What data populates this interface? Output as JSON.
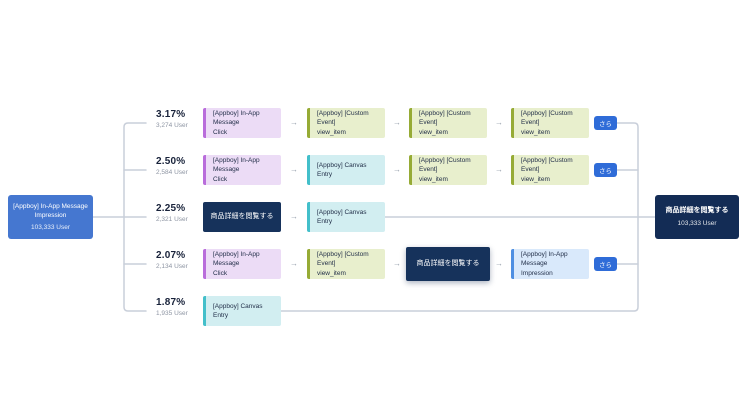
{
  "source": {
    "line1": "[Appboy] In-App Message",
    "line2": "Impression",
    "users": "103,333 User"
  },
  "target": {
    "label": "商品詳細を閲覧する",
    "users": "103,333 User"
  },
  "more_label": "さら",
  "icons": {
    "arrow_right": "→"
  },
  "colors": {
    "source_blue": "#4577d0",
    "navy": "#16325b",
    "more_tag_blue": "#2f6cd8",
    "purple_accent": "#b96ddb",
    "green_accent": "#96ab35",
    "cyan_accent": "#43bfca",
    "lightblue_accent": "#4e8fe2",
    "connector_gray": "#c9cfda"
  },
  "rows": [
    {
      "percent": "3.17%",
      "users": "3,274 User",
      "more": true,
      "steps": [
        {
          "variant": "purple",
          "lines": [
            "[Appboy] In-App Message",
            "Click"
          ]
        },
        {
          "variant": "green",
          "lines": [
            "[Appboy] [Custom Event]",
            "view_item"
          ]
        },
        {
          "variant": "green",
          "lines": [
            "[Appboy] [Custom Event]",
            "view_item"
          ]
        },
        {
          "variant": "green",
          "lines": [
            "[Appboy] [Custom Event]",
            "view_item"
          ]
        }
      ]
    },
    {
      "percent": "2.50%",
      "users": "2,584 User",
      "more": true,
      "steps": [
        {
          "variant": "purple",
          "lines": [
            "[Appboy] In-App Message",
            "Click"
          ]
        },
        {
          "variant": "cyan",
          "lines": [
            "[Appboy] Canvas Entry"
          ]
        },
        {
          "variant": "green",
          "lines": [
            "[Appboy] [Custom Event]",
            "view_item"
          ]
        },
        {
          "variant": "green",
          "lines": [
            "[Appboy] [Custom Event]",
            "view_item"
          ]
        }
      ]
    },
    {
      "percent": "2.25%",
      "users": "2,321 User",
      "more": false,
      "steps": [
        {
          "variant": "navy",
          "lines": [
            "商品詳細を閲覧する"
          ]
        },
        {
          "variant": "cyan",
          "lines": [
            "[Appboy] Canvas Entry"
          ]
        }
      ]
    },
    {
      "percent": "2.07%",
      "users": "2,134 User",
      "more": true,
      "steps": [
        {
          "variant": "purple",
          "lines": [
            "[Appboy] In-App Message",
            "Click"
          ]
        },
        {
          "variant": "green",
          "lines": [
            "[Appboy] [Custom Event]",
            "view_item"
          ]
        },
        {
          "variant": "navy-large",
          "lines": [
            "商品詳細を閲覧する"
          ]
        },
        {
          "variant": "lightblue",
          "lines": [
            "[Appboy] In-App Message",
            "Impression"
          ]
        }
      ]
    },
    {
      "percent": "1.87%",
      "users": "1,935 User",
      "more": false,
      "steps": [
        {
          "variant": "cyan",
          "lines": [
            "[Appboy] Canvas Entry"
          ]
        }
      ]
    }
  ]
}
